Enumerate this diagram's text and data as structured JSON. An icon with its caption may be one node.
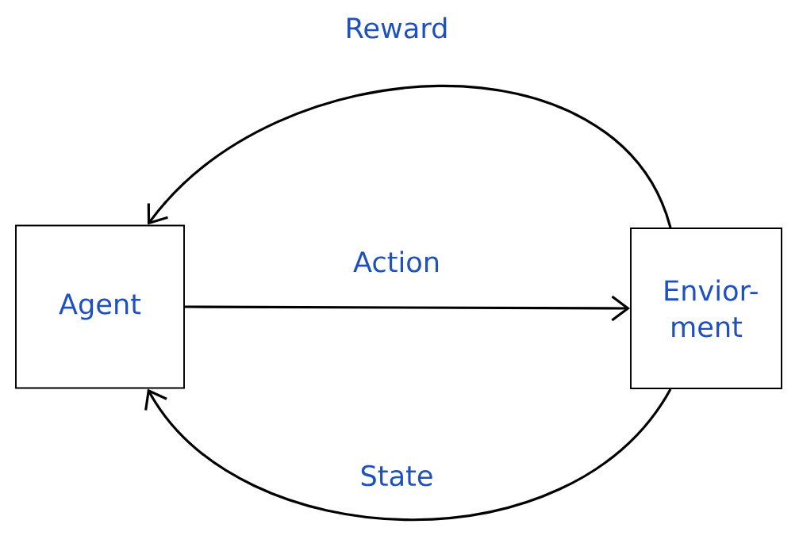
{
  "diagram": {
    "nodes": [
      {
        "text": [
          "Agent"
        ]
      },
      {
        "text": [
          "Envior-ment"
        ]
      }
    ],
    "edges": [
      {
        "from": 1,
        "to": 0,
        "arrow": "to",
        "label": "Reward"
      },
      {
        "from": 0,
        "to": 1,
        "arrow": "to",
        "label": "Action"
      },
      {
        "from": 1,
        "to": 0,
        "arrow": "to",
        "label": "State"
      }
    ]
  }
}
